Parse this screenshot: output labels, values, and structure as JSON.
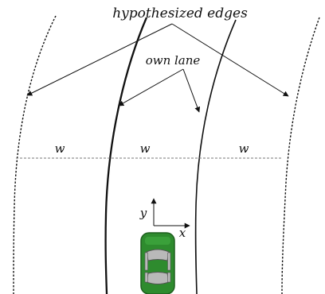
{
  "annotations": {
    "hypothesized_edges": "hypothesized edges",
    "own_lane": "own lane"
  },
  "width_labels": [
    "w",
    "w",
    "w"
  ],
  "axes": {
    "x": "x",
    "y": "y"
  },
  "colors": {
    "line": "#111111",
    "car_body": "#2e8b2e",
    "car_dark": "#1f5f1f",
    "window": "#b9b9b9",
    "dashed_measure": "#777777"
  }
}
